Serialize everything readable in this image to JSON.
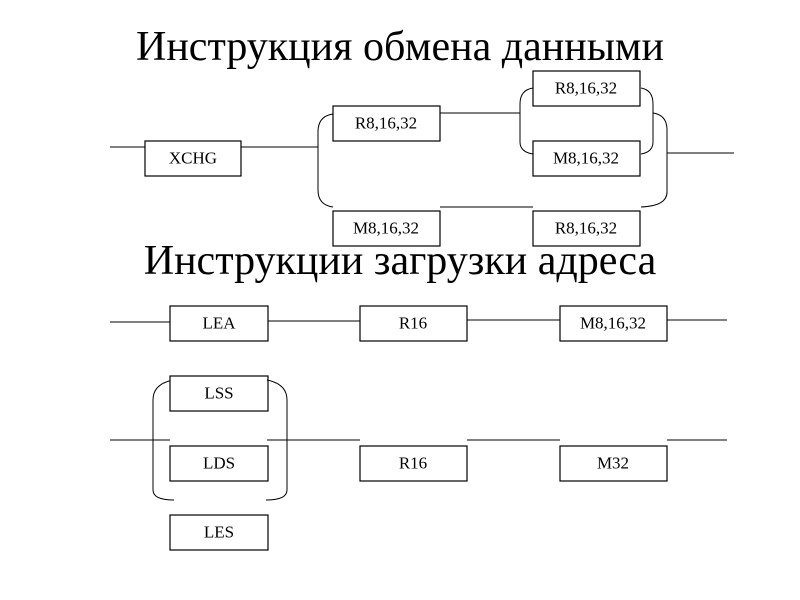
{
  "titles": {
    "exchange": "Инструкция обмена данными",
    "load_address": "Инструкции загрузки адреса"
  },
  "xchg_diagram": {
    "instruction": "XCHG",
    "upper_first": "R8,16,32",
    "upper_second_alt1": "R8,16,32",
    "upper_second_alt2": "M8,16,32",
    "lower_first": "M8,16,32",
    "lower_second": "R8,16,32"
  },
  "lea_diagram": {
    "instruction": "LEA",
    "operand1": "R16",
    "operand2": "M8,16,32"
  },
  "lxs_diagram": {
    "instructions": [
      "LSS",
      "LDS",
      "LES"
    ],
    "operand1": "R16",
    "operand2": "M32"
  }
}
